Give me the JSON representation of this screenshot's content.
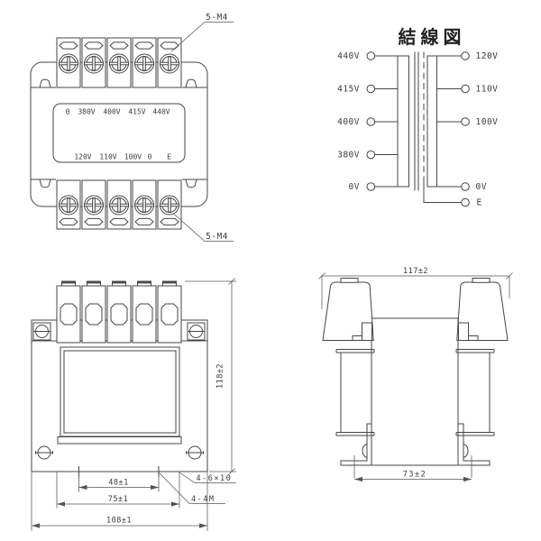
{
  "drawing": {
    "front_view": {
      "screw_note_top": "5-M4",
      "screw_note_bottom": "5-M4",
      "nameplate": {
        "primary_row": [
          "0",
          "380V",
          "400V",
          "415V",
          "440V"
        ],
        "secondary_row": [
          "120V",
          "110V",
          "100V",
          "0",
          "E"
        ]
      }
    },
    "wiring": {
      "title": "結線図",
      "primary_terminals": [
        "440V",
        "415V",
        "400V",
        "380V",
        "0V"
      ],
      "secondary_terminals": [
        "120V",
        "110V",
        "100V",
        "0V",
        "E"
      ]
    },
    "front_dimensions": {
      "tap_hole_pitch": "48±1",
      "slot_hole_pitch": "75±1",
      "overall_width": "108±1",
      "overall_height": "118±2",
      "slot_note": "4-6×10",
      "tap_note": "4-4M"
    },
    "side_dimensions": {
      "overall_depth": "117±2",
      "foot_hole_pitch": "73±2"
    },
    "colors": {
      "line": "#454545",
      "text": "#3b3b3b",
      "background": "#ffffff"
    }
  }
}
